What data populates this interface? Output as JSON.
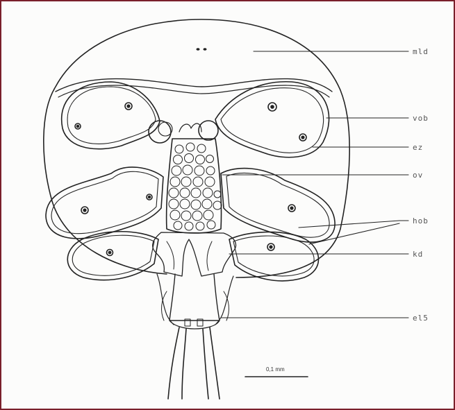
{
  "labels": {
    "mld": "mld",
    "vob": "vob",
    "ez": "ez",
    "ov": "ov",
    "hob": "hob",
    "kd": "kd",
    "el5": "el5"
  },
  "scale_bar": {
    "text": "0,1 mm"
  },
  "colors": {
    "frame": "#7a1f2b",
    "ink": "#222222"
  }
}
